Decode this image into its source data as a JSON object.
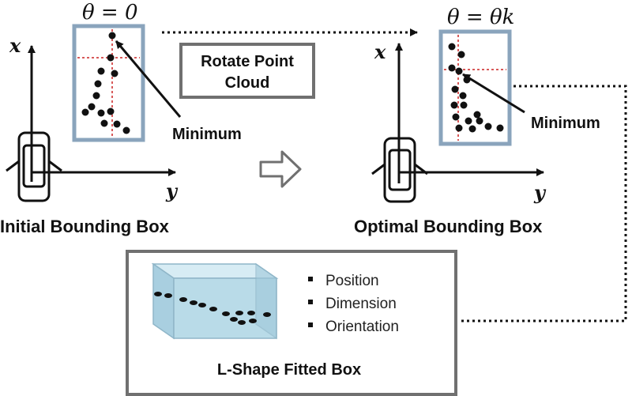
{
  "colors": {
    "panel_fill": "#ffffff",
    "panel_border": "#8aa4bc",
    "dot": "#111111",
    "crosshair": "#cc2222",
    "box_border": "#707070",
    "fitted_box_face": "#b9dbe8"
  },
  "left": {
    "theta_label": "θ = 0",
    "axis_x": "x",
    "axis_y": "y",
    "minimum_label": "Minimum",
    "caption": "Initial Bounding Box"
  },
  "right": {
    "theta_label": "θ = θk",
    "axis_x": "x",
    "axis_y": "y",
    "minimum_label": "Minimum",
    "caption": "Optimal Bounding Box"
  },
  "rotate_box": {
    "line1": "Rotate Point",
    "line2": "Cloud"
  },
  "fitted": {
    "caption": "L-Shape Fitted Box",
    "bullets": [
      "Position",
      "Dimension",
      "Orientation"
    ]
  }
}
